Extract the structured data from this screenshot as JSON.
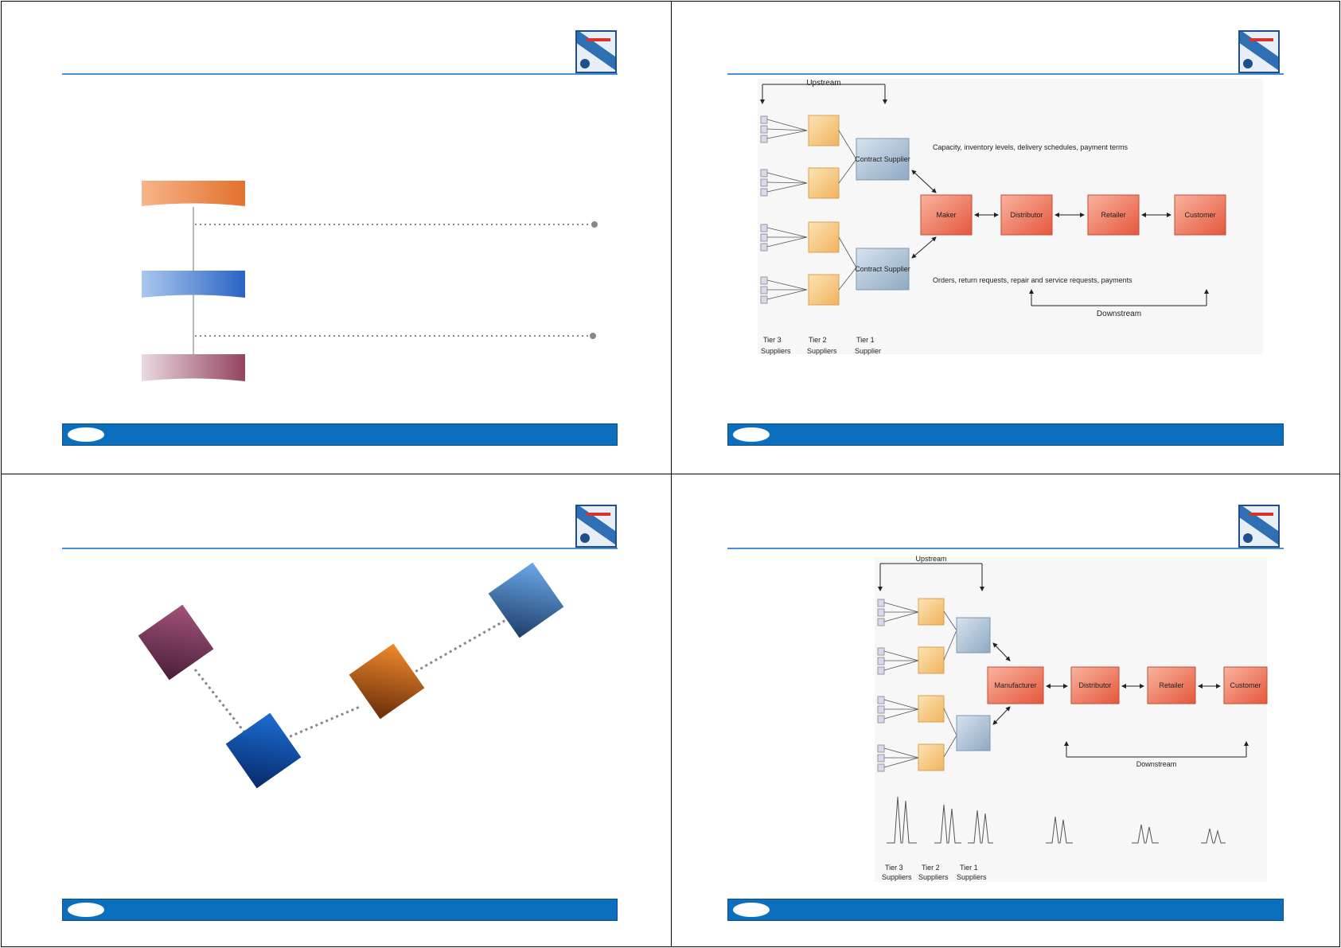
{
  "slides": [
    {
      "id": "slide-1"
    },
    {
      "id": "slide-2",
      "upstream": "Upstream",
      "downstream": "Downstream",
      "tier1_supplier_a": "Contract Supplier",
      "tier1_supplier_b": "Contract Supplier",
      "maker": "Maker",
      "distributor": "Distributor",
      "retailer": "Retailer",
      "customer": "Customer",
      "info_flow": "Capacity, inventory levels, delivery schedules, payment terms",
      "order_flow": "Orders, return requests, repair and service requests, payments",
      "tier3": [
        "Tier 3",
        "Suppliers"
      ],
      "tier2": [
        "Tier 2",
        "Suppliers"
      ],
      "tier1": [
        "Tier 1",
        "Supplier"
      ]
    },
    {
      "id": "slide-3"
    },
    {
      "id": "slide-4",
      "upstream": "Upstream",
      "downstream": "Downstream",
      "manufacturer": "Manufacturer",
      "distributor": "Distributor",
      "retailer": "Retailer",
      "customer": "Customer",
      "tier3": [
        "Tier 3",
        "Suppliers"
      ],
      "tier2": [
        "Tier 2",
        "Suppliers"
      ],
      "tier1": [
        "Tier 1",
        "Suppliers"
      ]
    }
  ],
  "colors": {
    "accent_blue": "#0b6fbd",
    "rule_blue": "#4a8fd6",
    "supplier_orange": "#f7c77e",
    "contract_blue": "#a9bfd3",
    "chain_red": "#ef7b63"
  }
}
